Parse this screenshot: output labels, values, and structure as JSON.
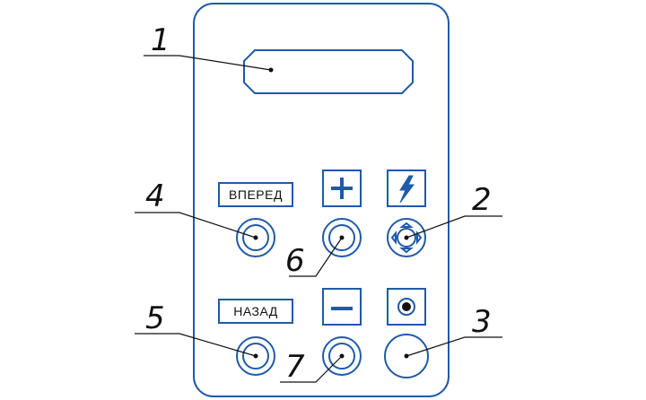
{
  "panel": {
    "labels": {
      "forward": "ВПЕРЕД",
      "back": "НАЗАД"
    },
    "callouts": {
      "c1": "1",
      "c2": "2",
      "c3": "3",
      "c4": "4",
      "c5": "5",
      "c6": "6",
      "c7": "7"
    },
    "colors": {
      "outline": "#1f5aa8",
      "ink": "#111111"
    },
    "icons": {
      "plus": "plus-icon",
      "minus": "minus-icon",
      "power": "lightning-icon",
      "record": "dot-circle-icon"
    }
  }
}
